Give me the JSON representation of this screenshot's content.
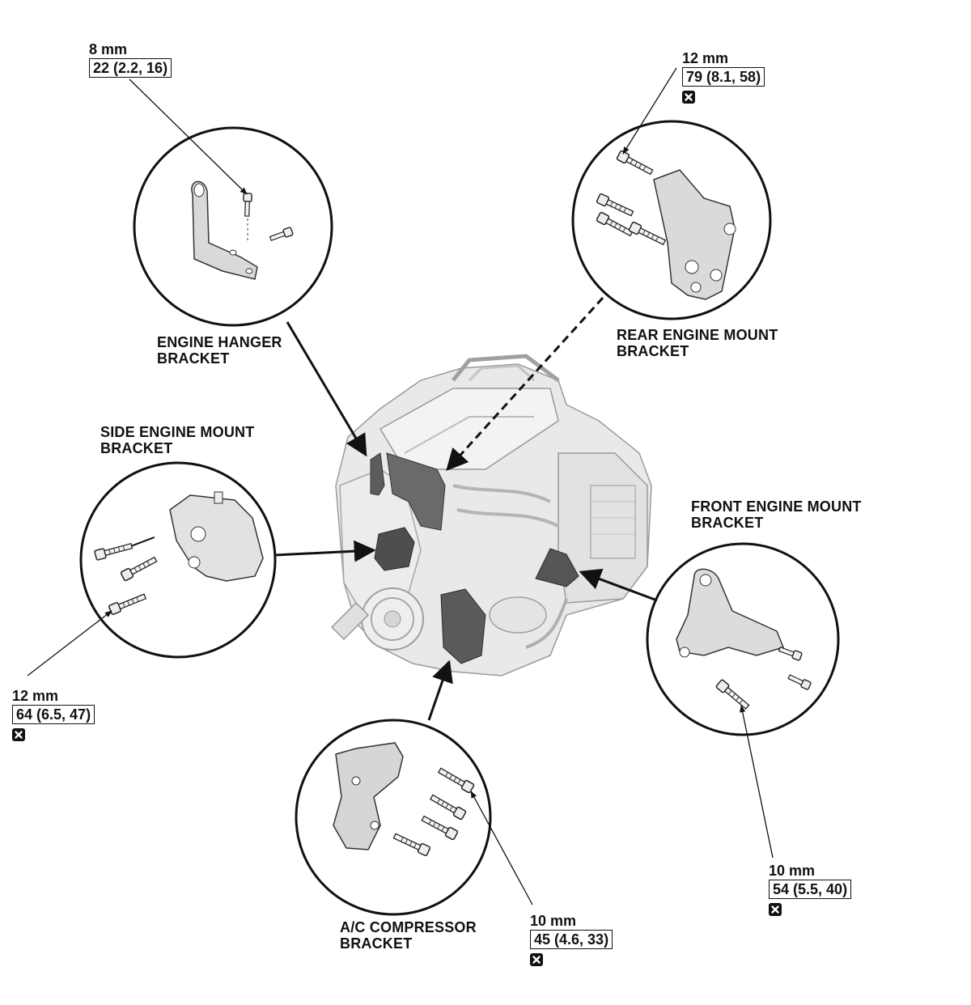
{
  "diagram": {
    "colors": {
      "line": "#111111",
      "part_fill": "#d8d8d8",
      "engine_fill": "#e6e6e6",
      "highlight": "#555555"
    },
    "components": [
      {
        "key": "engine_hanger",
        "label_line1": "ENGINE HANGER",
        "label_line2": "BRACKET",
        "bolt_size": "8 mm",
        "torque": "22 (2.2, 16)",
        "replace_icon": false
      },
      {
        "key": "rear_mount",
        "label_line1": "REAR ENGINE MOUNT",
        "label_line2": "BRACKET",
        "bolt_size": "12 mm",
        "torque": "79 (8.1, 58)",
        "replace_icon": true,
        "icon": "replace-bolt-icon"
      },
      {
        "key": "side_mount",
        "label_line1": "SIDE ENGINE MOUNT",
        "label_line2": "BRACKET",
        "bolt_size": "12 mm",
        "torque": "64 (6.5, 47)",
        "replace_icon": true,
        "icon": "replace-bolt-icon"
      },
      {
        "key": "front_mount",
        "label_line1": "FRONT ENGINE MOUNT",
        "label_line2": "BRACKET",
        "bolt_size": "10 mm",
        "torque": "54 (5.5, 40)",
        "replace_icon": true,
        "icon": "replace-bolt-icon"
      },
      {
        "key": "ac_compressor",
        "label_line1": "A/C COMPRESSOR",
        "label_line2": "BRACKET",
        "bolt_size": "10 mm",
        "torque": "45 (4.6, 33)",
        "replace_icon": true,
        "icon": "replace-bolt-icon"
      }
    ]
  }
}
